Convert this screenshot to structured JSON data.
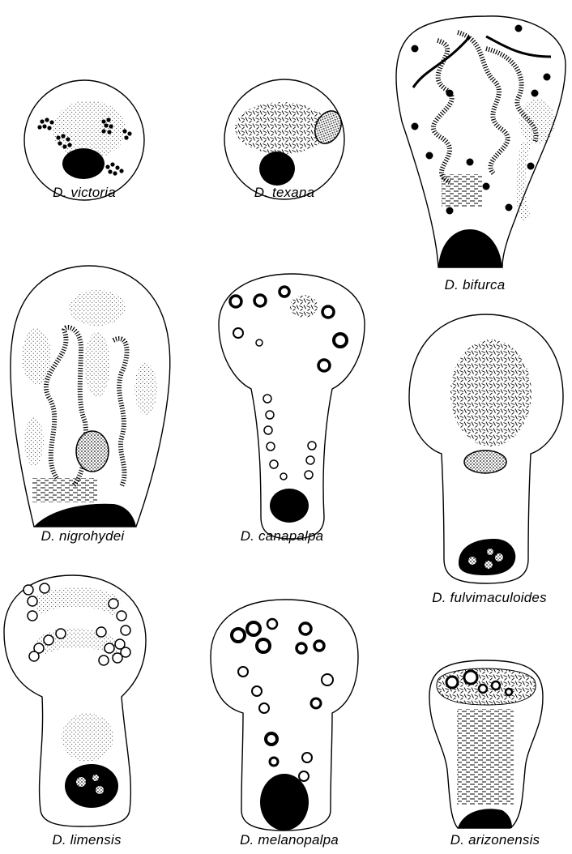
{
  "figure": {
    "captions": {
      "victoria": "D. victoria",
      "texana": "D. texana",
      "bifurca": "D. bifurca",
      "nigrohydei": "D. nigrohydei",
      "canapalpa": "D. canapalpa",
      "fulvimaculoides": "D. fulvimaculoides",
      "limensis": "D. limensis",
      "melanopalpa": "D. melanopalpa",
      "arizonensis": "D. arizonensis"
    }
  }
}
